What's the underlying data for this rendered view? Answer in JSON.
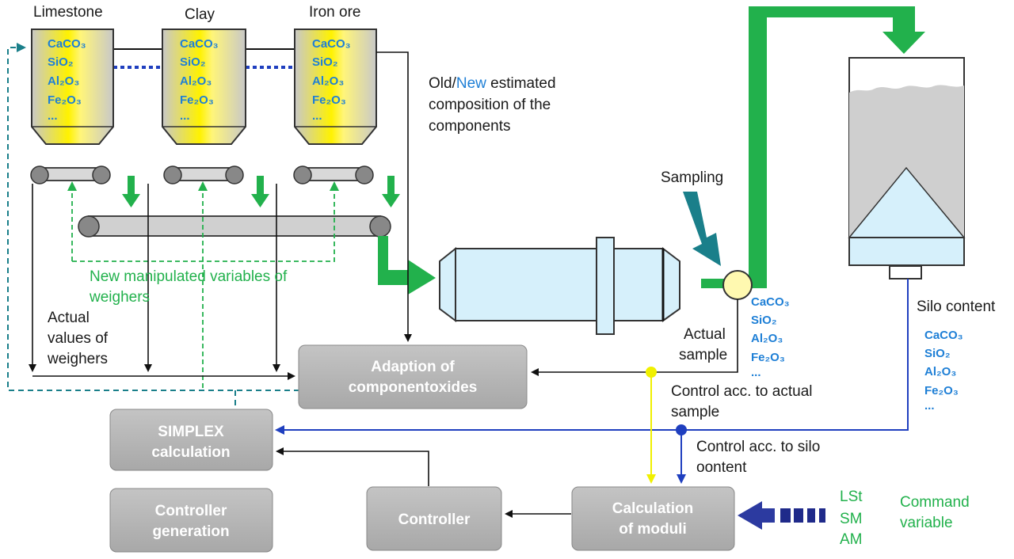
{
  "hoppers": [
    {
      "name": "Limestone",
      "components": [
        "CaCO₃",
        "SiO₂",
        "Al₂O₃",
        "Fe₂O₃",
        "..."
      ]
    },
    {
      "name": "Clay",
      "components": [
        "CaCO₃",
        "SiO₂",
        "Al₂O₃",
        "Fe₂O₃",
        "..."
      ]
    },
    {
      "name": "Iron ore",
      "components": [
        "CaCO₃",
        "SiO₂",
        "Al₂O₃",
        "Fe₂O₃",
        "..."
      ]
    }
  ],
  "labels": {
    "composition_old": "Old/",
    "composition_new": "New",
    "composition_rest": " estimated",
    "composition_line2": "composition of the",
    "composition_line3": "components",
    "manipulated_line1": "New manipulated variables of",
    "manipulated_line2": "weighers",
    "actual_values_line1": "Actual",
    "actual_values_line2": "values of",
    "actual_values_line3": "weighers",
    "sampling": "Sampling",
    "actual_sample_line1": "Actual",
    "actual_sample_line2": "sample",
    "silo_content": "Silo content",
    "control_actual_line1": "Control acc. to actual",
    "control_actual_line2": "sample",
    "control_silo_line1": "Control acc. to silo",
    "control_silo_line2": "oontent",
    "command_line1": "Command",
    "command_line2": "variable"
  },
  "sample_components": [
    "CaCO₃",
    "SiO₂",
    "Al₂O₃",
    "Fe₂O₃",
    "..."
  ],
  "silo_components": [
    "CaCO₃",
    "SiO₂",
    "Al₂O₃",
    "Fe₂O₃",
    "..."
  ],
  "moduli": [
    "LSt",
    "SM",
    "AM"
  ],
  "boxes": {
    "adaption_line1": "Adaption of",
    "adaption_line2": "componentoxides",
    "simplex_line1": "SIMPLEX",
    "simplex_line2": "calculation",
    "controller_gen_line1": "Controller",
    "controller_gen_line2": "generation",
    "controller": "Controller",
    "moduli_line1": "Calculation",
    "moduli_line2": "of moduli"
  },
  "colors": {
    "green_flow": "#22b14c",
    "box_fill": "#b8b8b8",
    "control_blue": "#1f3fbf",
    "feedback_teal": "#1a7f8a",
    "sample_yellow": "#f0f000",
    "chem_blue": "#1e7fd6",
    "kiln_fill": "#d6f0fb"
  }
}
